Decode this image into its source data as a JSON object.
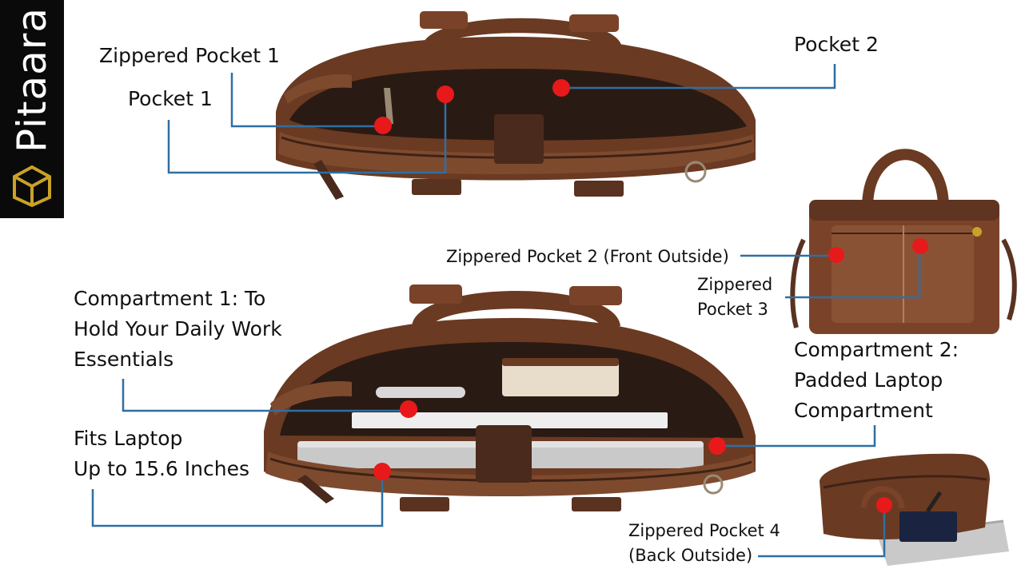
{
  "brand": {
    "name": "Pitaara",
    "colors": {
      "panel": "#0a0a0a",
      "text": "#ffffff",
      "logo": "#c9a227"
    }
  },
  "colors": {
    "leather": "#6b3a22",
    "leather_dark": "#3f2216",
    "lining": "#2a1a14",
    "marker": "#e8191a",
    "leader_line": "#2f6fa3"
  },
  "callouts": [
    {
      "id": "zippered-pocket-1",
      "text": "Zippered Pocket 1"
    },
    {
      "id": "pocket-1",
      "text": "Pocket 1"
    },
    {
      "id": "pocket-2",
      "text": "Pocket 2"
    },
    {
      "id": "zippered-pocket-2",
      "text": "Zippered Pocket 2 (Front Outside)"
    },
    {
      "id": "zippered-pocket-3",
      "text": "Zippered\nPocket 3"
    },
    {
      "id": "compartment-1",
      "text": "Compartment 1: To\nHold Your Daily Work\nEssentials"
    },
    {
      "id": "compartment-2",
      "text": "Compartment 2:\nPadded Laptop\nCompartment"
    },
    {
      "id": "fits-laptop",
      "text": "Fits Laptop\nUp to 15.6 Inches"
    },
    {
      "id": "zippered-pocket-4",
      "text": "Zippered Pocket 4\n(Back Outside)"
    }
  ]
}
